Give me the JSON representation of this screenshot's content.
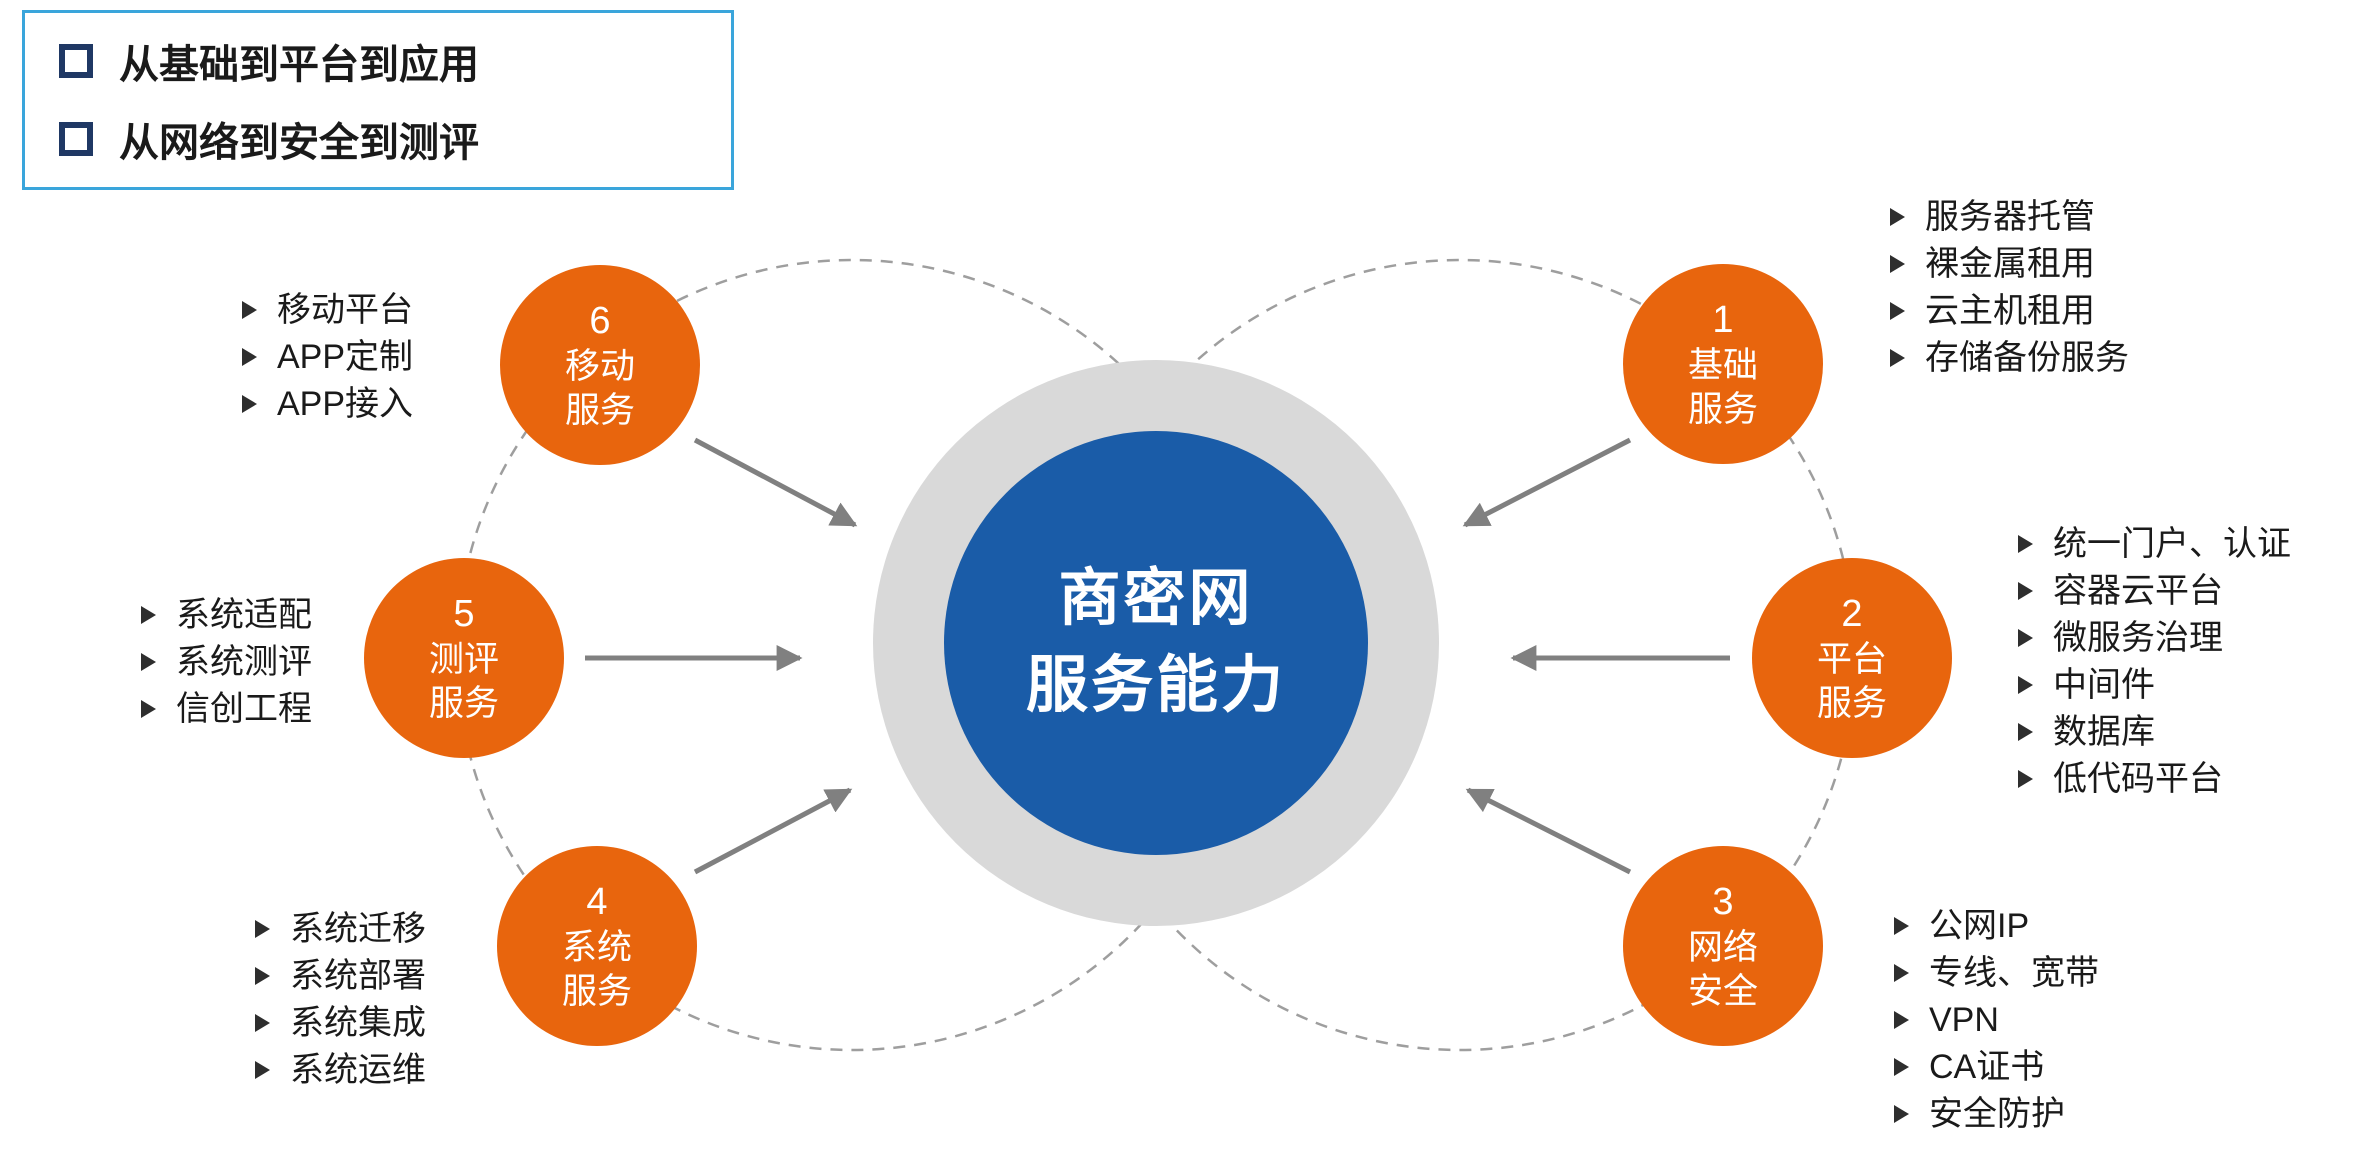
{
  "legend": {
    "items": [
      "从基础到平台到应用",
      "从网络到安全到测评"
    ]
  },
  "center": {
    "line1": "商密网",
    "line2": "服务能力"
  },
  "nodes": [
    {
      "number": "1",
      "label1": "基础",
      "label2": "服务",
      "items": [
        "服务器托管",
        "裸金属租用",
        "云主机租用",
        "存储备份服务"
      ]
    },
    {
      "number": "2",
      "label1": "平台",
      "label2": "服务",
      "items": [
        "统一门户、认证",
        "容器云平台",
        "微服务治理",
        "中间件",
        "数据库",
        "低代码平台"
      ]
    },
    {
      "number": "3",
      "label1": "网络",
      "label2": "安全",
      "items": [
        "公网IP",
        "专线、宽带",
        "VPN",
        "CA证书",
        "安全防护"
      ]
    },
    {
      "number": "4",
      "label1": "系统",
      "label2": "服务",
      "items": [
        "系统迁移",
        "系统部署",
        "系统集成",
        "系统运维"
      ]
    },
    {
      "number": "5",
      "label1": "测评",
      "label2": "服务",
      "items": [
        "系统适配",
        "系统测评",
        "信创工程"
      ]
    },
    {
      "number": "6",
      "label1": "移动",
      "label2": "服务",
      "items": [
        "移动平台",
        "APP定制",
        "APP接入"
      ]
    }
  ],
  "colors": {
    "orange": "#E8650D",
    "blue": "#1A5CA8",
    "ring": "#D9D9D9",
    "arrow": "#808080",
    "dashed": "#9E9E9E",
    "legendBorder": "#3AA5DB",
    "checkbox": "#1F3864",
    "text": "#1A1A1A"
  }
}
